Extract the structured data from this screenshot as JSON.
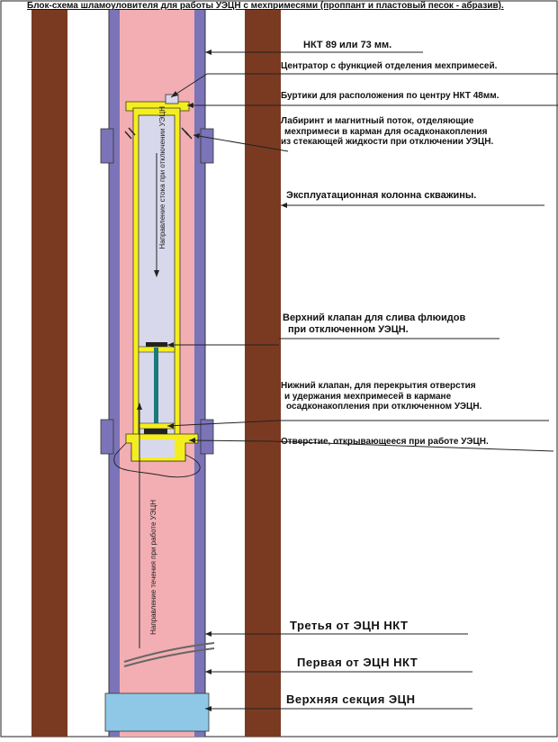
{
  "title": "Блок-схема шламоуловителя для работы УЭЦН с мехпримесями (проппант и пластовый песок - абразив).",
  "labels": {
    "nkt": "НКТ 89 или 73 мм.",
    "centrator": "Центратор с функцией отделения мехпримесей.",
    "burtiki": "Буртики для расположения по центру  НКТ 48мм.",
    "labyrinth": [
      "Лабиринт и магнитный поток, отделяющие",
      "мехпримеси в карман для осадконакопления",
      "из стекающей жидкости при отключении УЭЦН."
    ],
    "casing": "Эксплуатационная колонна скважины.",
    "upper_valve": [
      "Верхний  клапан для слива флюидов",
      "при отключенном УЭЦН."
    ],
    "lower_valve": [
      "Нижний клапан, для перекрытия отверстия",
      "и удержания мехпримесей в кармане",
      "осадконакопления при отключенном УЭЦН."
    ],
    "opening": "Отверстие, открывающееся при работе УЭЦН.",
    "third_nkt": "Третья от ЭЦН НКТ",
    "first_nkt": "Первая от ЭЦН НКТ",
    "upper_section": "Верхняя секция ЭЦН"
  },
  "flow_labels": {
    "off": "Направление стока при отключении УЭЦН",
    "on": "Направление течения при работе УЭЦН"
  },
  "colors": {
    "casing_wall": "#7a3a22",
    "tubing_wall": "#7b74b8",
    "fluid": "#f2aeb3",
    "inner_tube": "#d8d8ec",
    "catcher_frame": "#f5ee1e",
    "pump_section": "#8ec8e6",
    "valve_stem": "#1a7a7a"
  }
}
